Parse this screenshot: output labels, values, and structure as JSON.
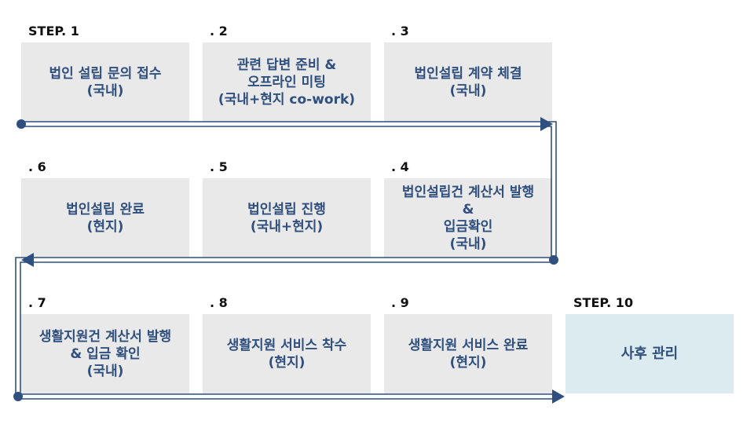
{
  "steps": [
    {
      "label": "STEP. 1",
      "text": "법인 설립 문의 접수\n(국내)"
    },
    {
      "label": ". 2",
      "text": "관련 답변 준비 &\n오프라인 미팅\n(국내+현지 co-work)"
    },
    {
      "label": ". 3",
      "text": "법인설립 계약 체결\n(국내)"
    },
    {
      "label": ". 4",
      "text": "법인설립건 계산서 발행\n&\n입금확인\n(국내)"
    },
    {
      "label": ". 5",
      "text": "법인설립 진행\n(국내+현지)"
    },
    {
      "label": ". 6",
      "text": "법인설립 완료\n(현지)"
    },
    {
      "label": ". 7",
      "text": "생활지원건 계산서 발행\n& 입금 확인\n(국내)"
    },
    {
      "label": ". 8",
      "text": "생활지원 서비스 착수\n(현지)"
    },
    {
      "label": ". 9",
      "text": "생활지원 서비스 완료\n(현지)"
    },
    {
      "label": "STEP. 10",
      "text": "사후 관리"
    }
  ],
  "colors": {
    "box": "#e9e9e9",
    "last_box": "#dcebf0",
    "text": "#2f4f7f",
    "connector": "#2f4f7f"
  }
}
